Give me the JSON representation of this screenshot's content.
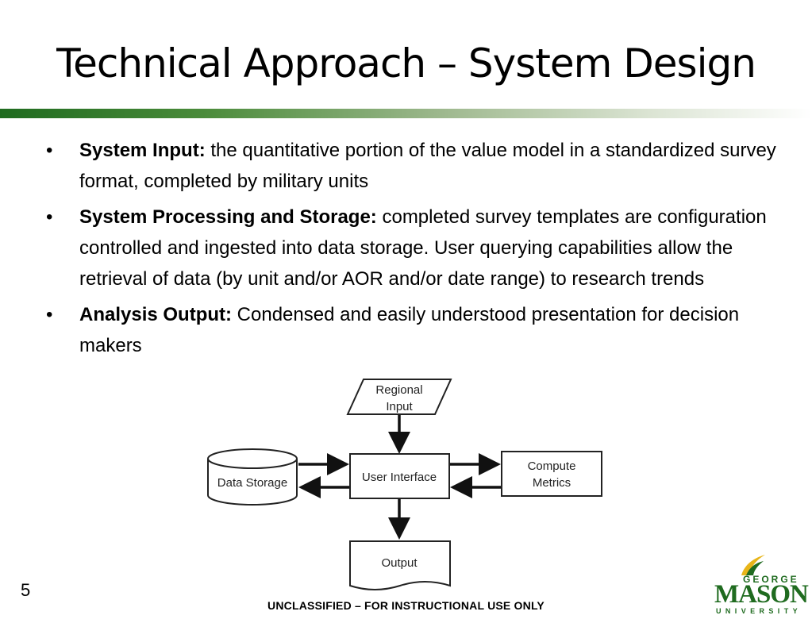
{
  "slide": {
    "title": "Technical Approach – System Design",
    "page_number": "5",
    "footer": "UNCLASSIFIED – FOR INSTRUCTIONAL USE ONLY"
  },
  "bullets": [
    {
      "label": "System Input:",
      "text": "  the quantitative portion of the value model in a standardized survey format, completed by military units"
    },
    {
      "label": "System Processing and Storage:",
      "text": "  completed survey templates are configuration controlled and ingested into data storage.  User querying capabilities allow the retrieval of data (by unit and/or AOR and/or date range) to research trends"
    },
    {
      "label": "Analysis Output:",
      "text": " Condensed and easily understood presentation for decision makers"
    }
  ],
  "diagram": {
    "regional_input_line1": "Regional",
    "regional_input_line2": "Input",
    "data_storage": "Data Storage",
    "user_interface": "User Interface",
    "compute_line1": "Compute",
    "compute_line2": "Metrics",
    "output": "Output"
  },
  "logo": {
    "george": "GEORGE",
    "mason": "MASON",
    "university": "UNIVERSITY",
    "icon": "mason-logo-flame-icon",
    "color": "#1f6b1f"
  },
  "colors": {
    "accent_dark": "#1f6b1f",
    "accent_light": "#dbe4d3"
  }
}
